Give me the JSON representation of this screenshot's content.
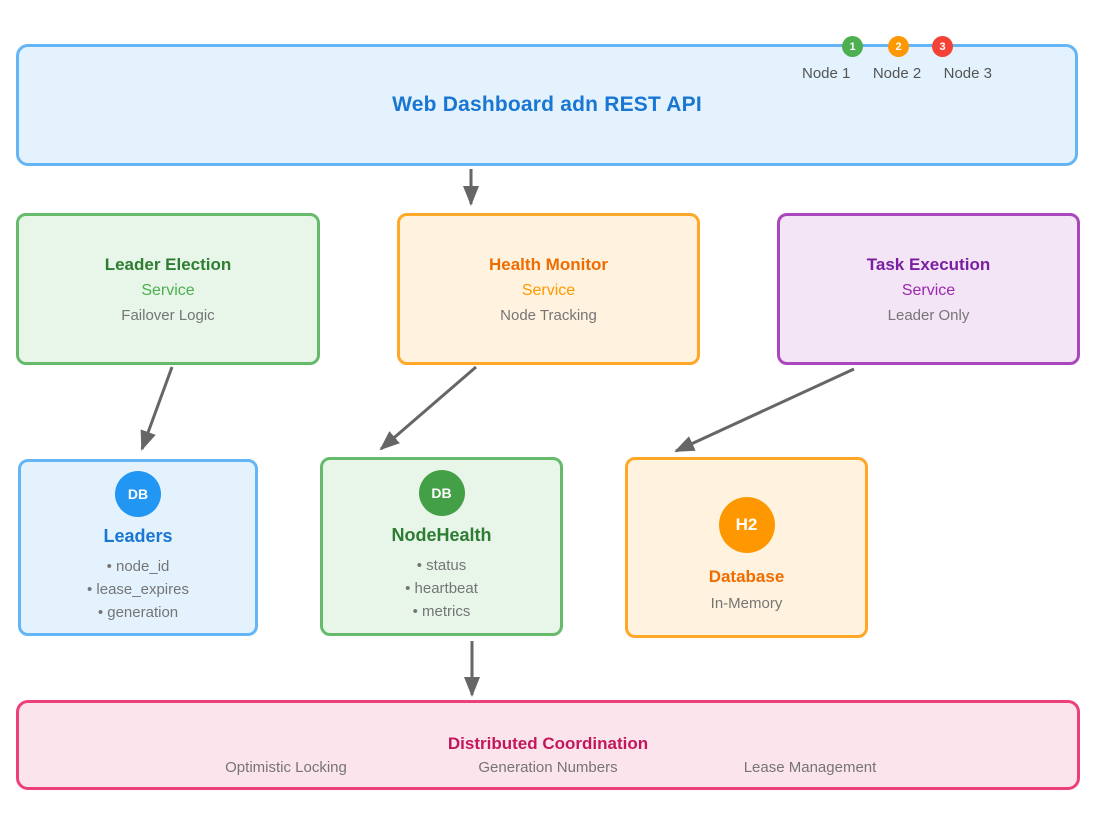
{
  "top_banner": {
    "title": "Web Dashboard adn REST API"
  },
  "nodes": [
    {
      "number": "1",
      "label": "Node 1",
      "color": "#4caf50"
    },
    {
      "number": "2",
      "label": "Node 2",
      "color": "#ff9800"
    },
    {
      "number": "3",
      "label": "Node 3",
      "color": "#f44336"
    }
  ],
  "services": [
    {
      "title": "Leader Election",
      "subtitle": "Service",
      "description": "Failover Logic",
      "accent": "#2e7d32"
    },
    {
      "title": "Health Monitor",
      "subtitle": "Service",
      "description": "Node Tracking",
      "accent": "#ef6c00"
    },
    {
      "title": "Task Execution",
      "subtitle": "Service",
      "description": "Leader Only",
      "accent": "#7b1fa2"
    }
  ],
  "datastores": [
    {
      "badge": "DB",
      "title": "Leaders",
      "items": [
        "• node_id",
        "• lease_expires",
        "• generation"
      ],
      "accent": "#1976d2"
    },
    {
      "badge": "DB",
      "title": "NodeHealth",
      "items": [
        "• status",
        "• heartbeat",
        "• metrics"
      ],
      "accent": "#2e7d32"
    },
    {
      "badge": "H2",
      "title": "Database",
      "subtitle": "In-Memory",
      "accent": "#ef6c00"
    }
  ],
  "bottom_banner": {
    "title": "Distributed Coordination",
    "items": [
      "Optimistic Locking",
      "Generation Numbers",
      "Lease Management"
    ]
  },
  "colors": {
    "arrow": "#666666",
    "banner_blue_bg": "#e3f2fd",
    "banner_blue_border": "#64b5f6",
    "green_bg": "#e8f5e9",
    "green_border": "#66bb6a",
    "orange_bg": "#fff3e0",
    "orange_border": "#ffa726",
    "purple_bg": "#f3e5f5",
    "purple_border": "#ab47bc",
    "pink_bg": "#fce4ec",
    "pink_border": "#ec407a",
    "pink_title": "#c2185b",
    "muted_text": "#757575"
  }
}
